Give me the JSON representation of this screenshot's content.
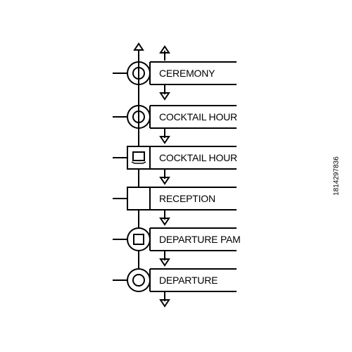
{
  "steps": [
    {
      "label": "CEREMONY",
      "marker": "ring-circle-icon"
    },
    {
      "label": "COCKTAIL HOUR",
      "marker": "ring-circle-icon"
    },
    {
      "label": "COCKTAIL HOUR",
      "marker": "tray-box-icon"
    },
    {
      "label": "RECEPTION",
      "marker": "square-box-icon"
    },
    {
      "label": "DEPARTURE PAM",
      "marker": "ring-square-icon"
    },
    {
      "label": "DEPARTURE",
      "marker": "ring-circle-icon"
    }
  ],
  "watermark": {
    "stock_id": "1814297836"
  },
  "colors": {
    "stroke": "#000000",
    "background": "#ffffff"
  }
}
